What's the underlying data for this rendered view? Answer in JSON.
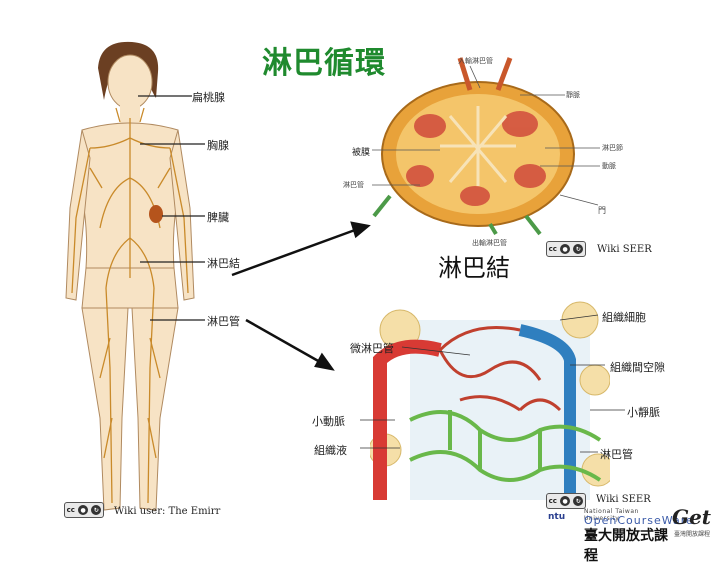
{
  "title": "淋巴循環",
  "node_heading": "淋巴結",
  "body_labels": {
    "tonsil": "扁桃腺",
    "thymus": "胸腺",
    "spleen": "脾臟",
    "node": "淋巴結",
    "vessel": "淋巴管"
  },
  "node_labels": {
    "afferent": "入輸淋巴管",
    "capsule": "被膜",
    "lymph_vessel": "淋巴管",
    "vein": "靜脈",
    "follicle": "淋巴節",
    "artery": "動脈",
    "hilum": "門",
    "efferent": "出輸淋巴管"
  },
  "capillary_labels": {
    "micro_lymph": "微淋巴管",
    "tissue_cell": "組織細胞",
    "interstitial": "組織間空隙",
    "venule": "小靜脈",
    "arteriole": "小動脈",
    "tissue_fluid": "組織液",
    "lymph_vessel": "淋巴管"
  },
  "credits": {
    "wiki_user": "Wiki user: The Emirr",
    "wiki_seer_1": "Wiki SEER",
    "wiki_seer_2": "Wiki SEER",
    "cc_text": "cc"
  },
  "ocw": {
    "line1": "National Taiwan University",
    "line2": "OpenCourseWare",
    "line3": "臺大開放式課程",
    "ntu": "ntu",
    "get": "Get",
    "get_sub": "臺灣開放課程"
  }
}
